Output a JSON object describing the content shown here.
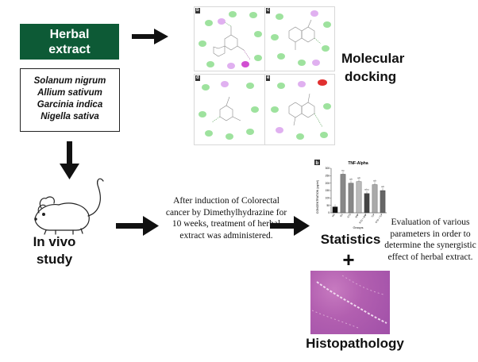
{
  "herbal": {
    "line1": "Herbal",
    "line2": "extract"
  },
  "plants": [
    "Solanum nigrum",
    "Allium sativum",
    "Garcinia indica",
    "Nigella sativa"
  ],
  "docking": {
    "label_line1": "Molecular",
    "label_line2": "docking",
    "panels": [
      "b",
      "c",
      "d",
      "e"
    ]
  },
  "invivo": {
    "line1": "In vivo",
    "line2": "study"
  },
  "induction_text": "After induction of Colorectal cancer by Dimethylhydrazine for 10 weeks, treatment of herbal extract was administered.",
  "statistics_label": "Statistics",
  "plus": "+",
  "histopathology_label": "Histopathology",
  "evaluation_text": "Evaluation of various parameters in order to determine the synergistic effect of herbal extract.",
  "chart_data": {
    "type": "bar",
    "title": "TNF-Alpha",
    "panel_tag": "b",
    "ylabel": "CONCENTRATION (pg/ml)",
    "xlabel": "Groups",
    "categories": [
      "NC",
      "DC",
      "STD",
      "SNP",
      "STD + SNP",
      "TLP",
      "STD + TLP"
    ],
    "values": [
      40,
      260,
      200,
      210,
      130,
      190,
      150
    ],
    "significance": [
      "",
      "a,c",
      "a,b",
      "a,b",
      "a,b,c",
      "a,b",
      "a,b"
    ],
    "ylim": [
      0,
      300
    ],
    "yticks": [
      0,
      50,
      100,
      150,
      200,
      250,
      300
    ],
    "bar_colors": [
      "#111111",
      "#888888",
      "#888888",
      "#bbbbbb",
      "#444444",
      "#aaaaaa",
      "#666666"
    ]
  },
  "colors": {
    "herbal_box": "#0d5a36",
    "arrow": "#111111",
    "histology": "#b25fb0"
  }
}
